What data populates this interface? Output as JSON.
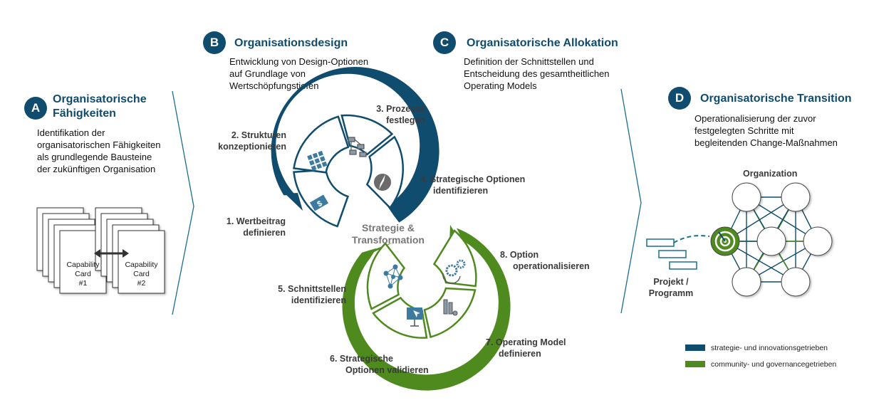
{
  "sections": {
    "a": {
      "badge": "A",
      "title_l1": "Organisatorische",
      "title_l2": "Fähigkeiten",
      "desc": [
        "Identifikation der",
        "organisatorischen Fähigkeiten",
        "als grundlegende Bausteine",
        "der zukünftigen Organisation"
      ]
    },
    "b": {
      "badge": "B",
      "title": "Organisationsdesign",
      "desc": [
        "Entwicklung von Design-Optionen",
        "auf Grundlage von",
        "Wertschöpfungstiefen"
      ]
    },
    "c": {
      "badge": "C",
      "title": "Organisatorische Allokation",
      "desc": [
        "Definition der Schnittstellen und",
        "Entscheidung des gesamtheitlichen",
        "Operating Models"
      ]
    },
    "d": {
      "badge": "D",
      "title": "Organisatorische Transition",
      "desc": [
        "Operationalisierung der zuvor",
        "festgelegten Schritte mit",
        "begleitenden Change-Maßnahmen"
      ]
    }
  },
  "cards": {
    "card1": [
      "Capability",
      "Card",
      "#1"
    ],
    "card2": [
      "Capability",
      "Card",
      "#2"
    ]
  },
  "center": {
    "l1": "Strategie &",
    "l2": "Transformation"
  },
  "steps": {
    "s1": [
      "1.  Wertbeitrag",
      "definieren"
    ],
    "s2": [
      "2.  Strukturen",
      "konzeptionieren"
    ],
    "s3": [
      "3.  Prozesse",
      "festlegen"
    ],
    "s4": [
      "4.  Strategische Optionen",
      "identifizieren"
    ],
    "s5": [
      "5.  Schnittstellen",
      "identifizieren"
    ],
    "s6": [
      "6.  Strategische",
      "Optionen validieren"
    ],
    "s7": [
      "7.  Operating Model",
      "definieren"
    ],
    "s8": [
      "8.  Option",
      "operationalisieren"
    ]
  },
  "org": {
    "title": "Organization",
    "project_l1": "Projekt /",
    "project_l2": "Programm"
  },
  "legend": {
    "blue": {
      "label": "strategie- und innovationsgetrieben",
      "color": "#0f4c6e"
    },
    "green": {
      "label": "community- und governancegetrieben",
      "color": "#4e8a1e"
    }
  },
  "icons": [
    "people-grid-icon",
    "org-chart-icon",
    "compass-icon",
    "money-icon",
    "network-icon",
    "monitor-pointer-icon",
    "tools-icon",
    "gears-icon",
    "target-icon"
  ]
}
